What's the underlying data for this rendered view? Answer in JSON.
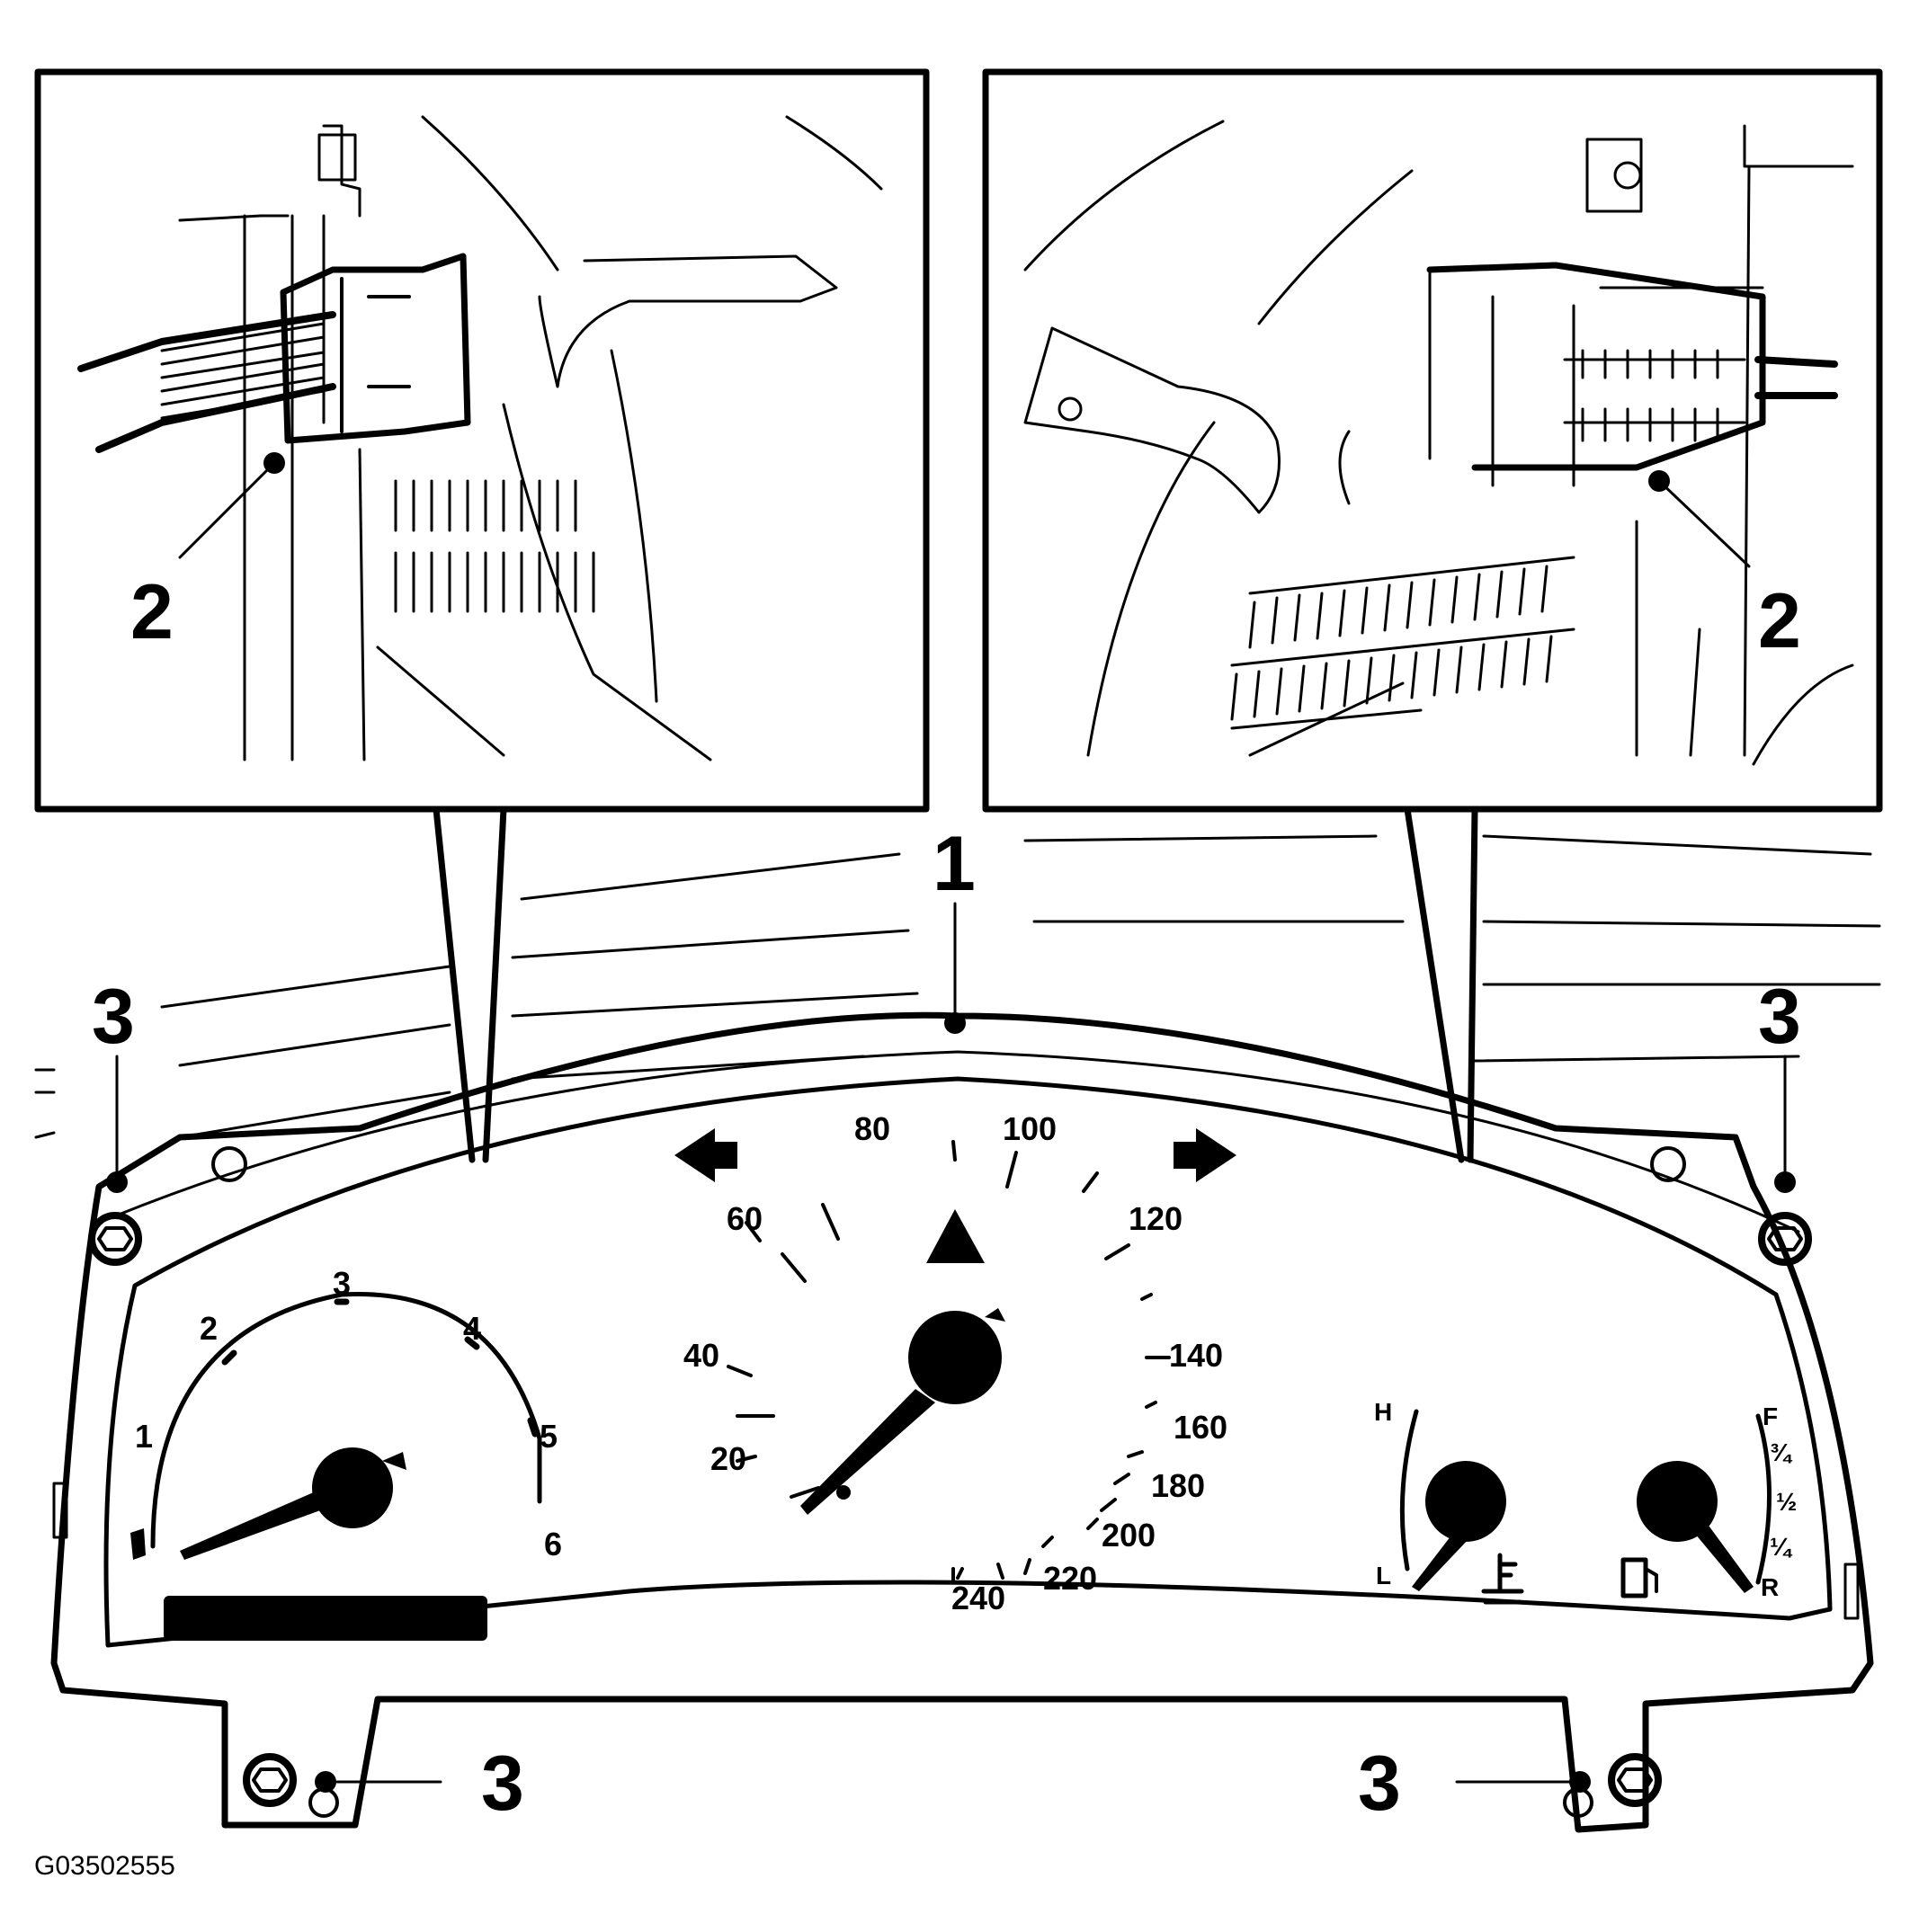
{
  "callouts": {
    "cluster": "1",
    "connector_left": "2",
    "connector_right": "2",
    "screw_top_left": "3",
    "screw_top_right": "3",
    "screw_bottom_left": "3",
    "screw_bottom_right": "3"
  },
  "speedometer": {
    "scale": [
      "20",
      "40",
      "60",
      "80",
      "100",
      "120",
      "140",
      "160",
      "180",
      "200",
      "220",
      "240"
    ]
  },
  "tachometer": {
    "scale": [
      "1",
      "2",
      "3",
      "4",
      "5",
      "6"
    ]
  },
  "temperature_gauge": {
    "high": "H",
    "low": "L"
  },
  "fuel_gauge": {
    "full": "F",
    "three_quarter": "¾",
    "half": "½",
    "quarter": "¼",
    "reserve": "R"
  },
  "figure_id": "G03502555",
  "icons": [
    "left-turn-arrow-icon",
    "right-turn-arrow-icon",
    "hazard-triangle-icon",
    "coolant-temperature-icon",
    "fuel-pump-icon"
  ]
}
